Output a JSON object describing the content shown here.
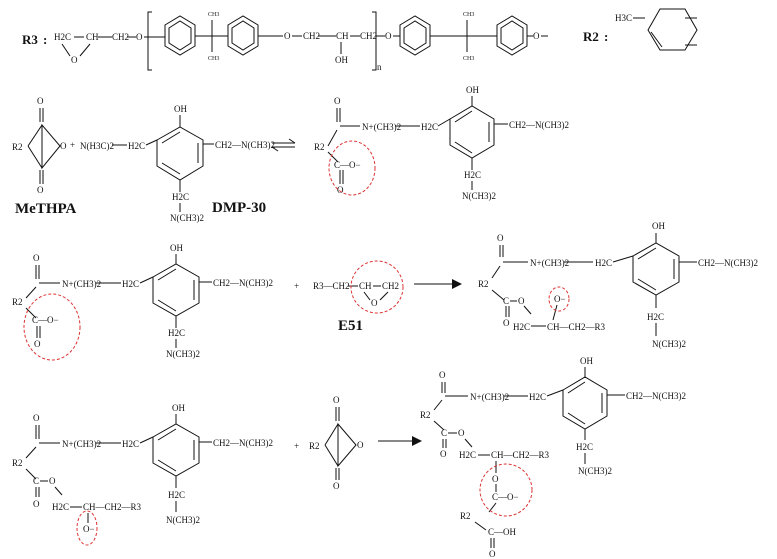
{
  "labels": {
    "r3": "R3",
    "r2": "R2",
    "colon": ":",
    "methpa": "MeTHPA",
    "dmp30": "DMP-30",
    "e51": "E51",
    "n_sub": "n"
  },
  "groups": {
    "h2c": "H2C",
    "ch": "CH",
    "ch2": "CH2",
    "o": "O",
    "oh": "OH",
    "c": "C",
    "ch3": "CH3",
    "n_dimethyl_left": "N(H3C)2",
    "ch2_n_ch3_2": "CH2—N(CH3)2",
    "n_ch3_2": "N(CH3)2",
    "n_plus_ch3_2": "N+(CH3)2",
    "o_minus": "O−",
    "c_o_minus": "C—O−",
    "r3_ch2": "R3—CH2",
    "ch_ch2_r3": "CH—CH2—R3",
    "c_oh": "C—OH",
    "h3c": "H3C"
  },
  "colors": {
    "ink": "#111111",
    "highlight": "#dd3333",
    "background": "#ffffff"
  }
}
